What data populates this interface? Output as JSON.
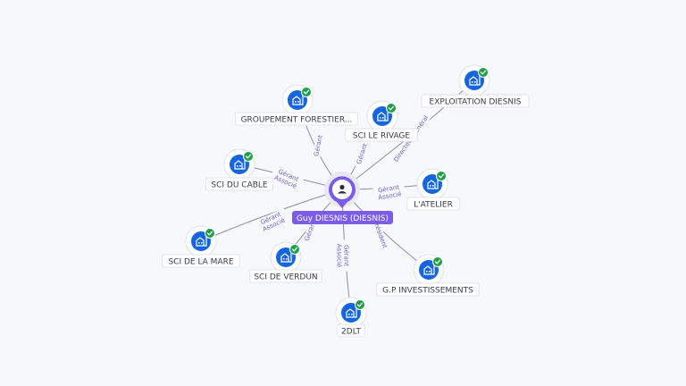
{
  "center": {
    "name": "Guy DIESNIS (DIESNIS)",
    "icon": "person-icon",
    "color": "#7b5ce8"
  },
  "company_icon": "building-icon",
  "verified_icon": "check-badge-icon",
  "colors": {
    "company": "#1565e0",
    "check": "#1e9e4a",
    "edge_label": "#7063c9"
  },
  "nodes": [
    {
      "id": "groupement",
      "label": "GROUPEMENT FORESTIER...",
      "roles": [
        "Gérant"
      ]
    },
    {
      "id": "sci-rivage",
      "label": "SCI LE RIVAGE",
      "roles": [
        "Gérant"
      ]
    },
    {
      "id": "exploitation",
      "label": "EXPLOITATION DIESNIS",
      "roles": [
        "Directeur général"
      ]
    },
    {
      "id": "sci-cable",
      "label": "SCI DU CABLE",
      "roles": [
        "Gérant",
        "Associé"
      ]
    },
    {
      "id": "latelier",
      "label": "L'ATELIER",
      "roles": [
        "Gérant",
        "Associé"
      ]
    },
    {
      "id": "sci-mare",
      "label": "SCI DE LA MARE",
      "roles": [
        "Gérant",
        "Associé"
      ]
    },
    {
      "id": "sci-verdun",
      "label": "SCI DE VERDUN",
      "roles": [
        "Gérant"
      ]
    },
    {
      "id": "2dlt",
      "label": "2DLT",
      "roles": [
        "Gérant",
        "Associé"
      ]
    },
    {
      "id": "gp-invest",
      "label": "G.P INVESTISSEMENTS",
      "roles": [
        "Président"
      ]
    }
  ]
}
